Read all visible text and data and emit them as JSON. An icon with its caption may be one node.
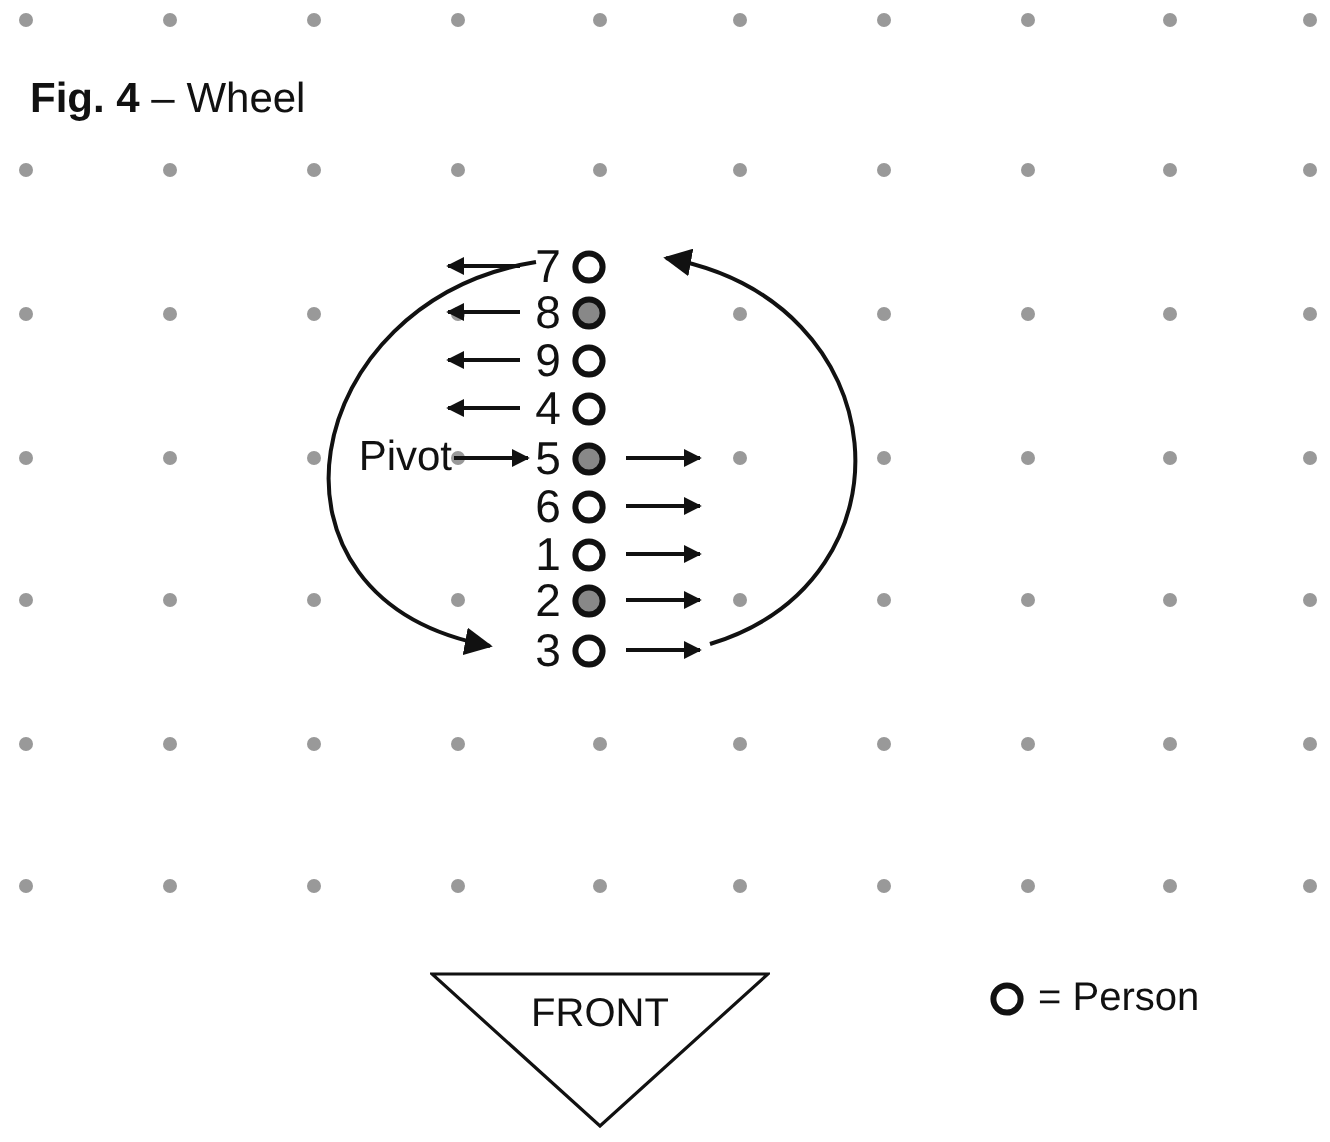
{
  "diagram": {
    "title": "**Fig. 4** – Wheel",
    "nodes": [
      {
        "text": [],
        "shape": "circle",
        "beside": [
          "7"
        ]
      },
      {
        "text": [],
        "shape": "circle",
        "beside": [
          "8"
        ]
      },
      {
        "text": [],
        "shape": "circle",
        "beside": [
          "9"
        ]
      },
      {
        "text": [],
        "shape": "circle",
        "beside": [
          "4"
        ]
      },
      {
        "text": [
          "Pivot"
        ]
      },
      {
        "text": [],
        "shape": "circle",
        "beside": [
          "5"
        ]
      },
      {
        "text": [],
        "shape": "circle",
        "beside": [
          "6"
        ]
      },
      {
        "text": [],
        "shape": "circle",
        "beside": [
          "1"
        ]
      },
      {
        "text": [],
        "shape": "circle",
        "beside": [
          "2"
        ]
      },
      {
        "text": [],
        "shape": "circle",
        "beside": [
          "3"
        ]
      },
      {
        "text": [
          "FRONT"
        ]
      }
    ],
    "edges": [
      {
        "from": 4,
        "to": 5,
        "arrow": "to"
      }
    ],
    "legend": [
      {
        "text": "= Person"
      }
    ]
  }
}
